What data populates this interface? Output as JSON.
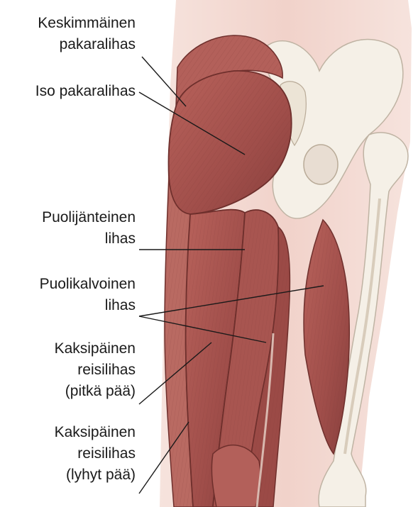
{
  "labels": [
    {
      "id": "keskimmainen-pakaralihas",
      "lines": [
        "Keskimmäinen",
        "pakaralihas"
      ]
    },
    {
      "id": "iso-pakaralihas",
      "lines": [
        "Iso pakaralihas"
      ]
    },
    {
      "id": "puolijanteinen-lihas",
      "lines": [
        "Puolijänteinen",
        "lihas"
      ]
    },
    {
      "id": "puolikalvoinen-lihas",
      "lines": [
        "Puolikalvoinen",
        "lihas"
      ]
    },
    {
      "id": "kaksipainen-reisilihas-pitka",
      "lines": [
        "Kaksipäinen",
        "reisilihas",
        "(pitkä pää)"
      ]
    },
    {
      "id": "kaksipainen-reisilihas-lyhyt",
      "lines": [
        "Kaksipäinen",
        "reisilihas",
        "(lyhyt pää)"
      ]
    }
  ],
  "colors": {
    "muscle": "#a5534f",
    "muscle_dark": "#7a3533",
    "muscle_light": "#c47b74",
    "skin": "#f3d9d2",
    "bone": "#f4efe6",
    "bone_shadow": "#d9cfc0",
    "leader": "#1a1a1a"
  }
}
